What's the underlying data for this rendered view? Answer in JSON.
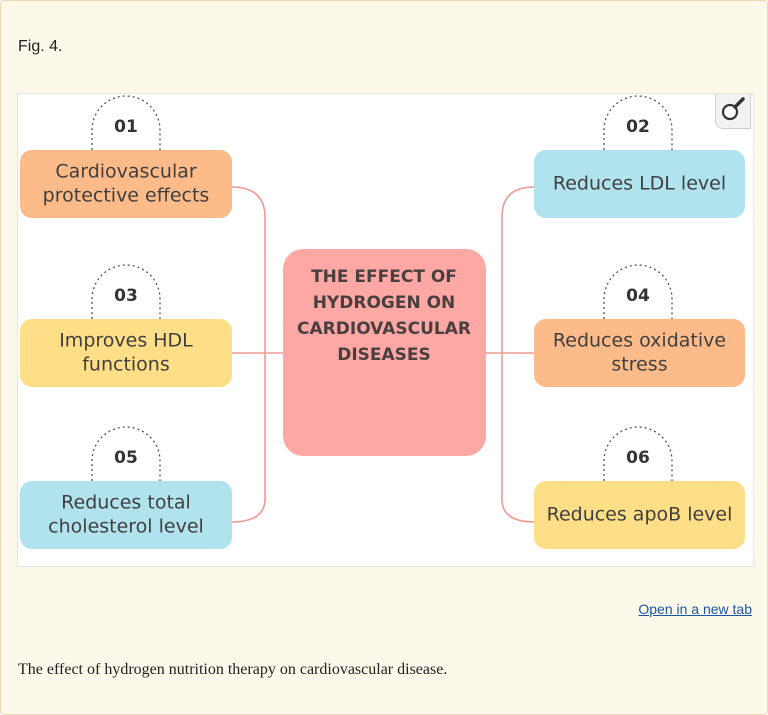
{
  "figure": {
    "label": "Fig. 4.",
    "caption": "The effect of hydrogen nutrition therapy on cardiovascular disease.",
    "open_link": "Open in a new tab",
    "zoom_icon": "magnifier-icon"
  },
  "diagram": {
    "center": {
      "lines": [
        "THE EFFECT OF",
        "HYDROGEN ON",
        "CARDIOVASCULAR",
        "DISEASES"
      ],
      "color": "#fea8a5"
    },
    "connector_color": "#ef9a94",
    "nodes": [
      {
        "number": "01",
        "lines": [
          "Cardiovascular",
          "protective effects"
        ],
        "color": "#fdbb8a"
      },
      {
        "number": "02",
        "lines": [
          "Reduces LDL level"
        ],
        "color": "#b1e3ef"
      },
      {
        "number": "03",
        "lines": [
          "Improves HDL",
          "functions"
        ],
        "color": "#fede86"
      },
      {
        "number": "04",
        "lines": [
          "Reduces oxidative",
          "stress"
        ],
        "color": "#fdbb8a"
      },
      {
        "number": "05",
        "lines": [
          "Reduces total",
          "cholesterol level"
        ],
        "color": "#b1e3ef"
      },
      {
        "number": "06",
        "lines": [
          "Reduces  apoB level"
        ],
        "color": "#fede86"
      }
    ]
  }
}
